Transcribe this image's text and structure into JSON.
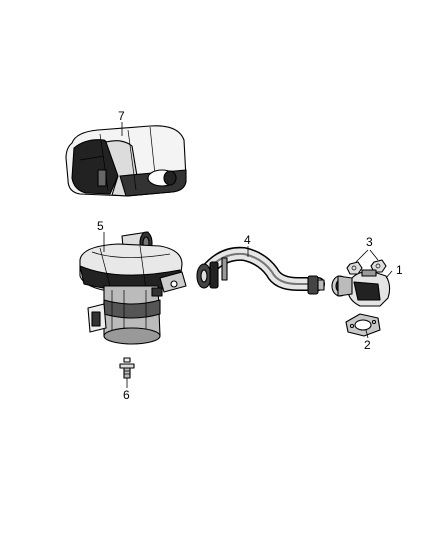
{
  "callouts": {
    "c1": "1",
    "c2": "2",
    "c3": "3",
    "c4": "4",
    "c5": "5",
    "c6": "6",
    "c7": "7"
  },
  "parts": [
    {
      "callout": "7",
      "icon": "pump-cover"
    },
    {
      "callout": "5",
      "icon": "air-pump"
    },
    {
      "callout": "4",
      "icon": "air-hose"
    },
    {
      "callout": "3",
      "icon": "nut"
    },
    {
      "callout": "1",
      "icon": "check-valve"
    },
    {
      "callout": "2",
      "icon": "gasket"
    },
    {
      "callout": "6",
      "icon": "bolt"
    }
  ]
}
